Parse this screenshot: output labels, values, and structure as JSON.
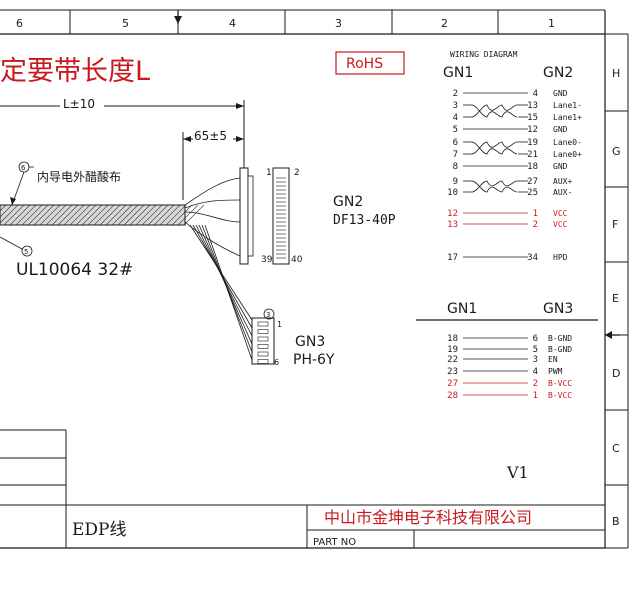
{
  "frame": {
    "columns": [
      "6",
      "5",
      "4",
      "3",
      "2",
      "1"
    ],
    "rows": [
      "H",
      "G",
      "F",
      "E",
      "D",
      "C",
      "B"
    ]
  },
  "title_partial": "定要带长度L",
  "rohs": "RoHS",
  "dims": {
    "length": "L±10",
    "short_length": "65±5"
  },
  "callouts": {
    "c6": {
      "num": "6",
      "text": "内导电外醋酸布"
    },
    "c5": {
      "num": "5",
      "text": "UL10064 32#"
    },
    "c3": {
      "num": "3"
    }
  },
  "connector_gn2": {
    "name": "GN2",
    "part": "DF13-40P",
    "pin1": "1",
    "pin2": "2",
    "pin39": "39",
    "pin40": "40"
  },
  "connector_gn3": {
    "name": "GN3",
    "part": "PH-6Y",
    "pin1": "1",
    "pin6": "6"
  },
  "wiring": {
    "title": "WIRING  DIAGRAM",
    "left": "GN1",
    "right": "GN2",
    "rows": [
      {
        "a": "2",
        "b": "4",
        "label": "GND",
        "red": false
      },
      {
        "a": "3",
        "b": "13",
        "label": "Lane1-",
        "red": false
      },
      {
        "a": "4",
        "b": "15",
        "label": "Lane1+",
        "red": false
      },
      {
        "a": "5",
        "b": "12",
        "label": "GND",
        "red": false
      },
      {
        "a": "6",
        "b": "19",
        "label": "Lane0-",
        "red": false
      },
      {
        "a": "7",
        "b": "21",
        "label": "Lane0+",
        "red": false
      },
      {
        "a": "8",
        "b": "18",
        "label": "GND",
        "red": false
      },
      {
        "a": "9",
        "b": "27",
        "label": "AUX+",
        "red": false
      },
      {
        "a": "10",
        "b": "25",
        "label": "AUX-",
        "red": false
      },
      {
        "a": "12",
        "b": "1",
        "label": "VCC",
        "red": true
      },
      {
        "a": "13",
        "b": "2",
        "label": "VCC",
        "red": true
      },
      {
        "a": "17",
        "b": "34",
        "label": "HPD",
        "red": false
      }
    ]
  },
  "wiring2": {
    "left": "GN1",
    "right": "GN3",
    "rows": [
      {
        "a": "18",
        "b": "6",
        "label": "B-GND",
        "red": false
      },
      {
        "a": "19",
        "b": "5",
        "label": "B-GND",
        "red": false
      },
      {
        "a": "22",
        "b": "3",
        "label": "EN",
        "red": false
      },
      {
        "a": "23",
        "b": "4",
        "label": "PWM",
        "red": false
      },
      {
        "a": "27",
        "b": "2",
        "label": "B-VCC",
        "red": true
      },
      {
        "a": "28",
        "b": "1",
        "label": "B-VCC",
        "red": true
      }
    ]
  },
  "version": "V1",
  "title_block": {
    "name": "EDP线",
    "company": "中山市金坤电子科技有限公司",
    "part_no": "PART  NO"
  },
  "colors": {
    "red": "#c8191e",
    "ink": "#1a1a1a"
  }
}
